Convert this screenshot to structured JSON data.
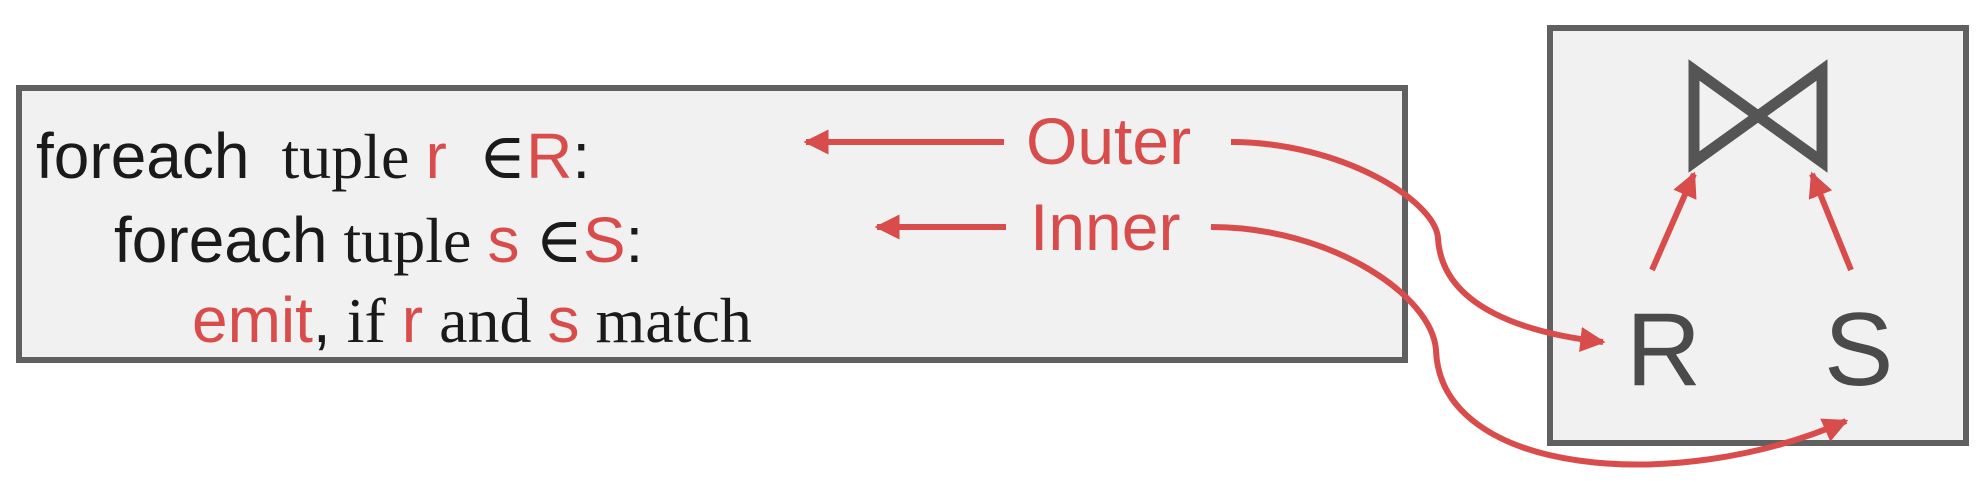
{
  "code": {
    "line1": {
      "keyword": "foreach",
      "text": "tuple",
      "var": "r",
      "elem": "∈",
      "rel": "R",
      "colon": ":"
    },
    "line2": {
      "keyword": "foreach",
      "text": "tuple",
      "var": "s",
      "elem": "∈",
      "rel": "S",
      "colon": ":"
    },
    "line3": {
      "emit": "emit",
      "comma": ",",
      "if_text": "if",
      "var_r": "r",
      "and_text": "and",
      "var_s": "s",
      "match_text": "match"
    }
  },
  "labels": {
    "outer": "Outer",
    "inner": "Inner"
  },
  "tree": {
    "join_symbol": "⋈",
    "left": "R",
    "right": "S"
  },
  "colors": {
    "accent": "#d94c4c",
    "border": "#606060",
    "box_fill": "#f1f1f1",
    "text": "#1a1a1a"
  }
}
